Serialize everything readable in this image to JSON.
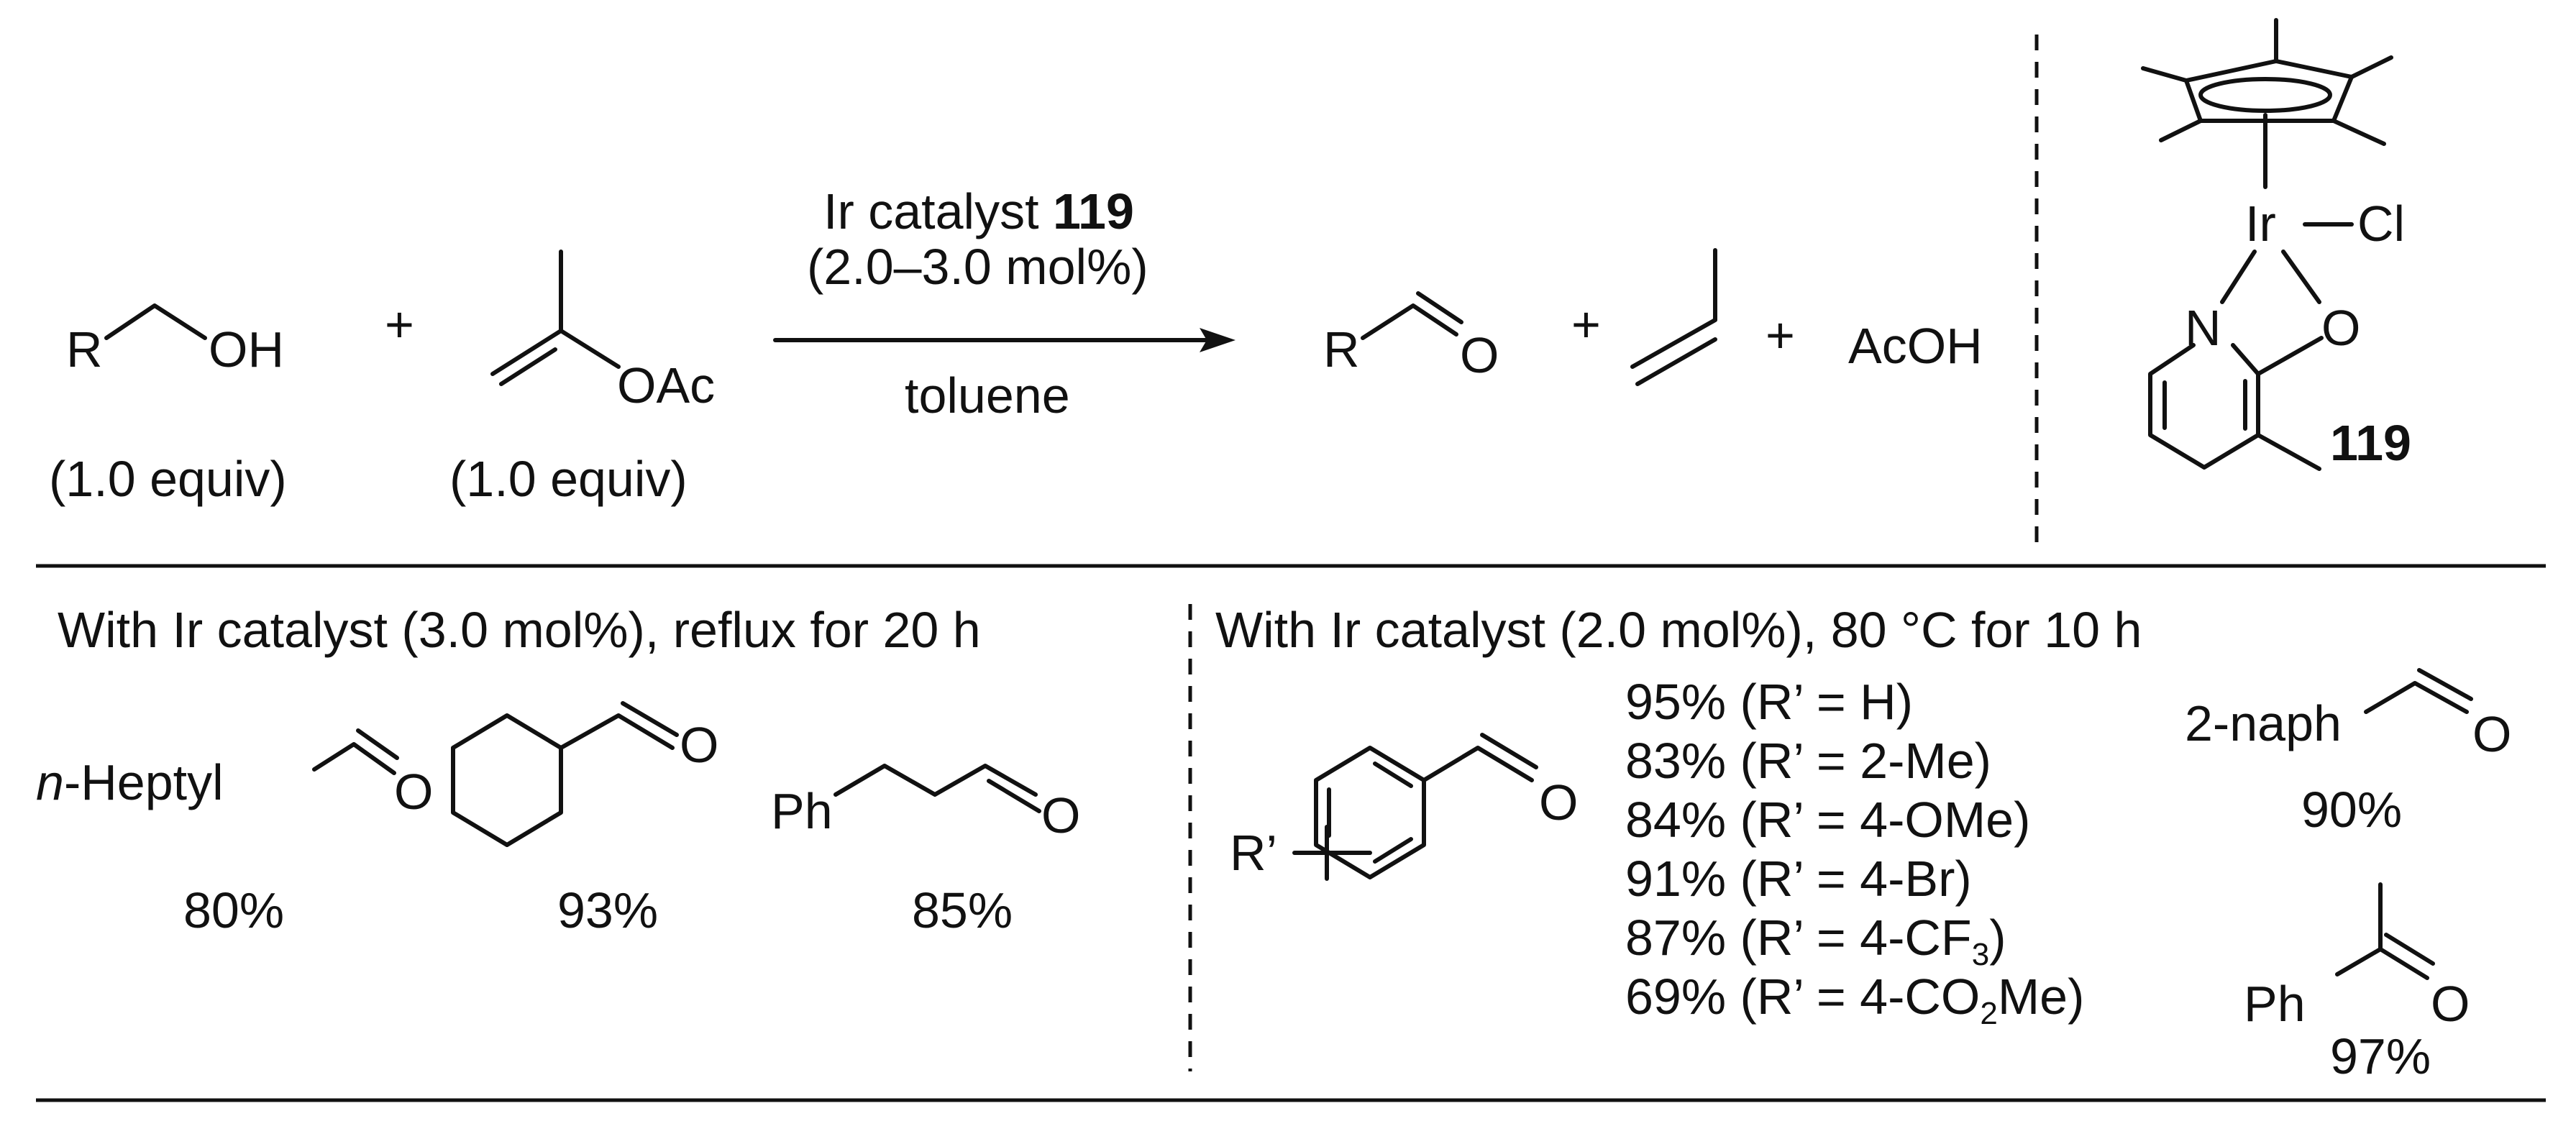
{
  "reaction": {
    "reactant1_r": "R",
    "reactant1_oh": "OH",
    "reactant2_oac": "OAc",
    "equiv1": "(1.0 equiv)",
    "equiv2": "(1.0 equiv)",
    "plus": "+",
    "arrow_top": "Ir catalyst",
    "catalyst_number": "119",
    "arrow_loading": "(2.0–3.0 mol%)",
    "arrow_bottom": "toluene",
    "product_r": "R",
    "product_o": "O",
    "byproduct": "AcOH"
  },
  "catalyst": {
    "ir": "Ir",
    "cl": "Cl",
    "n": "N",
    "o": "O",
    "number": "119"
  },
  "left_panel": {
    "condition": "With Ir catalyst (3.0 mol%), reflux for 20 h",
    "heptyl_prefix": "n",
    "heptyl_suffix": "-Heptyl",
    "heptyl_o": "O",
    "heptyl_yield": "80%",
    "cyclohexyl_o": "O",
    "cyclohexyl_yield": "93%",
    "phenpropyl_ph": "Ph",
    "phenpropyl_o": "O",
    "phenpropyl_yield": "85%"
  },
  "right_panel": {
    "condition": "With Ir catalyst (2.0 mol%), 80 °C for 10 h",
    "aryl_r": "R’",
    "aryl_o": "O",
    "yields": [
      {
        "main": "95% (R’ = H)",
        "tail": ""
      },
      {
        "main": "83% (R’ = 2-Me)",
        "tail": ""
      },
      {
        "main": "84% (R’ = 4-OMe)",
        "tail": ""
      },
      {
        "main": "91% (R’ = 4-Br)",
        "tail": ""
      },
      {
        "main": "87% (R’ = 4-CF",
        "sub": "3",
        "tail": ")"
      },
      {
        "main": "69% (R’ = 4-CO",
        "sub": "2",
        "tail": "Me)"
      }
    ],
    "naph_label": "2-naph",
    "naph_o": "O",
    "naph_yield": "90%",
    "aceto_ph": "Ph",
    "aceto_o": "O",
    "aceto_yield": "97%"
  }
}
